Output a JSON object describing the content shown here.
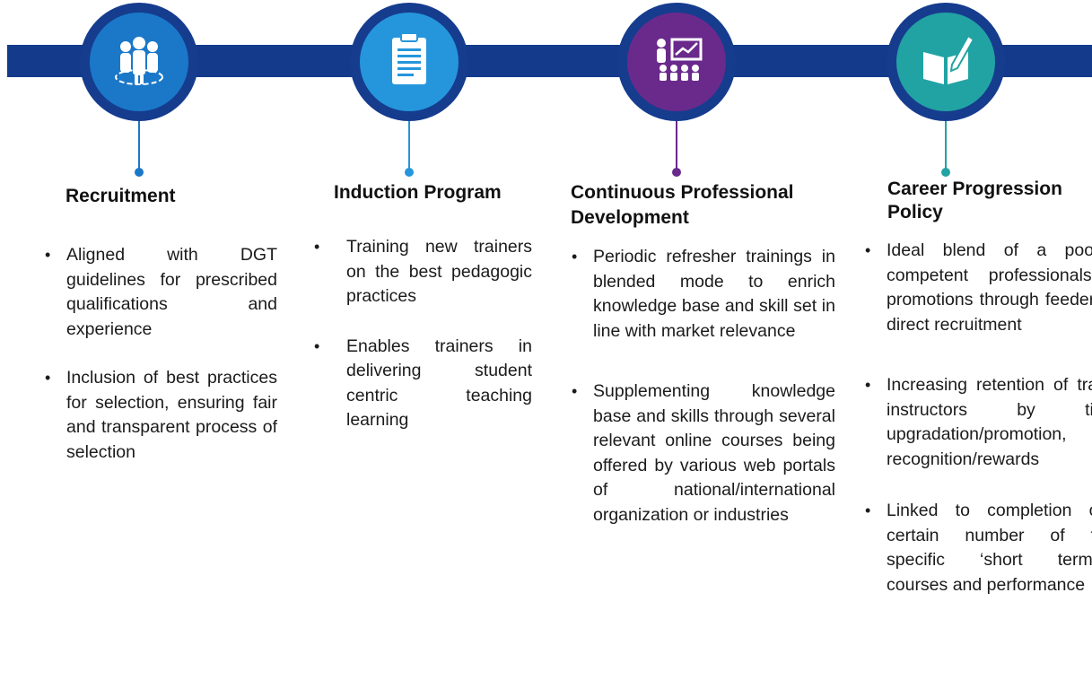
{
  "colors": {
    "band": "#143a8c",
    "ring": "#163c8e",
    "recruitment": "#1b78c8",
    "induction": "#2596dc",
    "professional": "#6a2a8c",
    "career": "#22a3a3"
  },
  "stages": [
    {
      "icon": "people-circle-icon",
      "title": "Recruitment",
      "bullets": [
        "Aligned with DGT guidelines for prescribed qualifications and experience",
        "Inclusion of best practices for selection, ensuring fair and transparent process of selection"
      ]
    },
    {
      "icon": "clipboard-icon",
      "title": "Induction Program",
      "bullets": [
        "Training new trainers on the best pedagogic practices",
        "Enables trainers in delivering student centric teaching learning"
      ]
    },
    {
      "icon": "presentation-audience-icon",
      "title": "Continuous Professional Development",
      "bullets": [
        "Periodic refresher trainings in blended mode to enrich knowledge base and skill set in line with market relevance",
        "Supplementing knowledge base and skills through several relevant online courses being offered by various web portals of national/international organization or industries"
      ]
    },
    {
      "icon": "book-pen-icon",
      "title": "Career Progression Policy",
      "bullets": [
        "Ideal blend of a pool of competent professionals by promotions through feeder and direct recruitment",
        "Increasing retention of trained instructors by timely upgradation/promotion, recognition/rewards",
        "Linked to completion of a certain number of trade specific ‘short term/long courses and performance"
      ]
    }
  ]
}
